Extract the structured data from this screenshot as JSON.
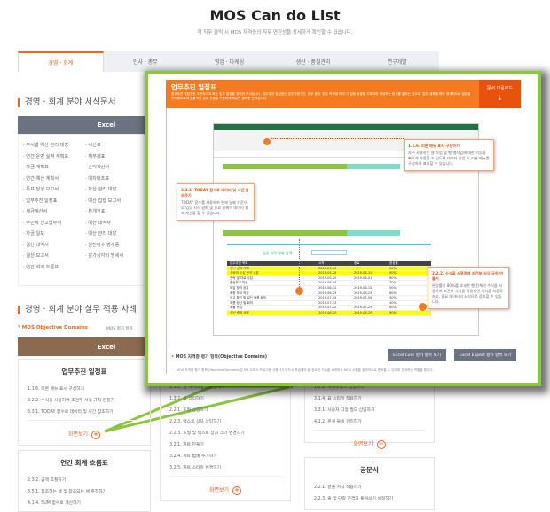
{
  "header": {
    "title": "MOS Can do List",
    "subtitle": "각 직무 클릭 시 MOS 자격증의 직무 연관성을 상세하게 확인할 수 있습니다."
  },
  "tabs": [
    {
      "label": "경영 · 회계",
      "active": true
    },
    {
      "label": "인사 · 총무"
    },
    {
      "label": "영업 · 마케팅"
    },
    {
      "label": "생산 · 품질관리"
    },
    {
      "label": "연구개발"
    }
  ],
  "forms": {
    "heading": "경영 · 회계 분야 서식문서",
    "bar": "Excel",
    "items": [
      "부서별 예산 관리 대장",
      "시산표",
      "연간 운영 실적 계획표",
      "재무제표",
      "자금 계획표",
      "손익계산서",
      "연간 예산 계획서",
      "대차대조표",
      "목표 달성 보고서",
      "자산 관리 대장",
      "업무추진 일정표",
      "예산 집행 보고서",
      "세금계산서",
      "분개전표",
      "주민세 신고납부서",
      "예산 내역서",
      "자금 일보",
      "예산 관리 대장",
      "결산 내역서",
      "원천징수 영수증",
      "결산 보고서",
      "감가상각비 명세서",
      "연간 회계 흐름표"
    ]
  },
  "cases": {
    "heading": "경영 · 회계 분야 실무 적용 사례",
    "domains_label": "* MOS Objective Domains",
    "domains_note": "MOS 평가 항목",
    "bar": "Excel",
    "view_label": "화면보기",
    "cards": [
      {
        "title": "업무추진 일정표",
        "items": [
          "1.1.6. 리본 메뉴 표시 구성하기",
          "2.2.2. 수식을 사용하여 조건부 서식 규칙 만들기",
          "3.3.1. TODAY 함수로 데이터 및 시간 참조하기"
        ]
      },
      {
        "title": "연간 회계 흐름표",
        "items": [
          "2.3.2. 금액 조절하기",
          "3.5.1. 참조하는 셀 및 참조되는 셀 추적하기",
          "4.1.4. SUM 함수로 계산하기"
        ]
      }
    ],
    "mid_card": {
      "items": [
        "1.3.1. 셀 하이퍼링크 삽입하기",
        "1.3.2. 셀 삽입하기",
        "2.2.1. 도형 삽입하기",
        "2.2.3. 텍스트 상자 삽입하기",
        "2.2.3. 도형 및 텍스트 상자 크기 변경하기",
        "3.2.1. 차트 만들기",
        "3.2.4. 차트 범례 추가하기",
        "3.2.5. 차트 스타일 변경하기"
      ]
    },
    "right_card": {
      "items": [
        "1.2.2. 하이퍼링크 삽입하기",
        "3.1.4. 표 스타일 적용하기",
        "3.3.1. 사용자 지정 필드 삽입하기",
        "4.1.2. 문서 블록 관리하기"
      ]
    },
    "gongmun": {
      "title": "공문서",
      "items": [
        "2.2.1. 글꼴 서식 적용하기",
        "2.2.3. 줄 및 단락 간격과 들여쓰기 설정하기"
      ]
    }
  },
  "overlay": {
    "title": "업무추진 일정표",
    "desc": "업무추진 일정표란 추진하고자 하는 업무 일정을 정리한 문서입니다. 업무추진 일정표는 업무관행기간, 업무 종류, 업무 목적에 따라 그 일정 상황을 기록하여 작성하는 문서를 말하는 것으로, 업무 계획에 따라 체계적으로 일정을 관리함으로써 효율적인 업무 진행을 가능하게 해주는 중요한 문서입니다.",
    "download": "문서 다운로드",
    "callouts": [
      {
        "title": "1.1.6. 리본 메뉴 표시 구성하기",
        "text": "자주 사용하는 셀 작업 및 행/열작업에 대한 기능을 빠르게 사용할 수 있도록 데이터 작업 시 리본 메뉴를 구성하여 표시할 수 있습니다."
      },
      {
        "title": "3.3.1. TODAY 함수로 데이터 및 시간 참조하기",
        "text": "TODAY 함수를 사용하여 현재 날짜 기준으로 업무 시작 날짜 및 종료 날짜의 데이터 참조 계산을 할 수 있습니다."
      },
      {
        "title": "2.2.2. 수식을 사용하여 조건부 서식 규칙 만들기",
        "text": "완성률이 80%를 초과한 행 전체의 수식을 사용하여 조건부 서식을 적용하면 서식을 자동화하고, 중요 데이터의 서식으로 강조할 수 있습니다."
      }
    ],
    "sheet": {
      "headers": [
        "업무추진 목록",
        "시작",
        "종료",
        "완성률"
      ],
      "rows": [
        [
          "연구 설계 계획",
          "2019-03-18",
          "",
          "80%",
          true
        ],
        [
          "자료의 수집 분석 수립",
          "2019-05-28",
          "2019-05-31",
          "90%",
          true
        ],
        [
          "전략 및 자료 수집",
          "2019-05-20",
          "2019-06-01",
          "60%"
        ],
        [
          "중간보고 작성",
          "2019-06-03",
          "",
          "70%"
        ],
        [
          "모임 정리 공유",
          "2019-06-12",
          "2019-06-15",
          "50%"
        ],
        [
          "최종 보고 작성",
          "2019-06-23",
          "2019-06-25",
          "60%"
        ],
        [
          "재고 확인 및 일신 출품 회의",
          "2019-07-05",
          "2019-07-05",
          "30%"
        ],
        [
          "포름 정산 및 회의",
          "2019-07-13",
          "",
          "40%"
        ],
        [
          "포롤 작업",
          "2019-07-22",
          "2019-07-25",
          "60%"
        ],
        [
          "정산 종료 공표",
          "2019-08-20",
          "2019-08-20",
          "90%",
          true
        ]
      ],
      "start_label": "업무 시작 날짜 입력:"
    },
    "domains_title": "MOS 자격증 평가 항목(Objective Domains)",
    "domains_desc": "MOS 자격증 평가 항목(Objective Domains)은 MS 오피스 프로그램 사용자가 반드시 학습해야 할 중요한 기술을 소개하고 MOS 시험을 효과적으로 준비할 수 있도록 안내하는 역할을 합니다.",
    "btn_core": "Excel Core 평가 항목 보기",
    "btn_expert": "Excel Expert 평가 항목 보기"
  },
  "colors": {
    "accent": "#f26522",
    "green": "#8cc63f",
    "excel_bar": "#6b7280",
    "brown_bar": "#8b6a4f"
  }
}
